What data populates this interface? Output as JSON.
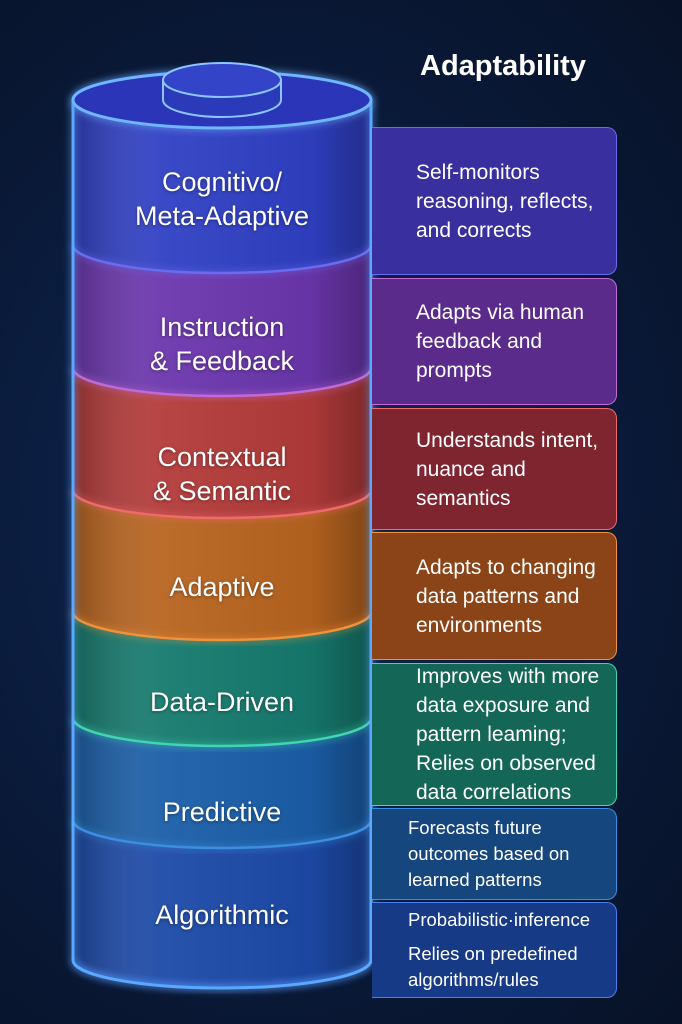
{
  "title": "Adaptability",
  "layers": [
    {
      "name": "Cognitivo/\nMeta-Adaptive",
      "line1": "Cognitivo/",
      "line2": "Meta-Adaptive",
      "description": "Self-monitors reasoning, reflects, and corrects",
      "color": "#3040c4",
      "box_color": "#3a2f9e",
      "border": "#6a6cf0"
    },
    {
      "name": "Instruction & Feedback",
      "line1": "Instruction",
      "line2": "& Feedback",
      "description": "Adapts via human feedback and prompts",
      "color": "#6b36ad",
      "box_color": "#5b2b8c",
      "border": "#c06bd8"
    },
    {
      "name": "Contextual & Semantic",
      "line1": "Contextual",
      "line2": "& Semantic",
      "description": "Understands intent, nuance and semantics",
      "color": "#b33b3a",
      "box_color": "#7e2530",
      "border": "#ef6a6a"
    },
    {
      "name": "Adaptive",
      "line1": "Adaptive",
      "description": "Adapts to changing data patterns and environments",
      "color": "#b8641f",
      "box_color": "#8a4418",
      "border": "#f0923a"
    },
    {
      "name": "Data-Driven",
      "line1": "Data-Driven",
      "description": "Improves with more data exposure and pattern leaming; Relies on observed data correlations",
      "color": "#167a6e",
      "box_color": "#146656",
      "border": "#3fd6b0"
    },
    {
      "name": "Predictive",
      "line1": "Predictive",
      "description": "Forecasts future outcomes based on learned patterns",
      "color": "#1b5ea8",
      "box_color": "#16467e",
      "border": "#3b8fe0"
    },
    {
      "name": "Algorithmic",
      "line1": "Algorithmic",
      "description_lines": [
        "Probabilistic·inference",
        "Relies on predefined algorithms/rules"
      ],
      "color": "#1d4aa8",
      "box_color": "#173a86",
      "border": "#4a7ef0"
    }
  ]
}
